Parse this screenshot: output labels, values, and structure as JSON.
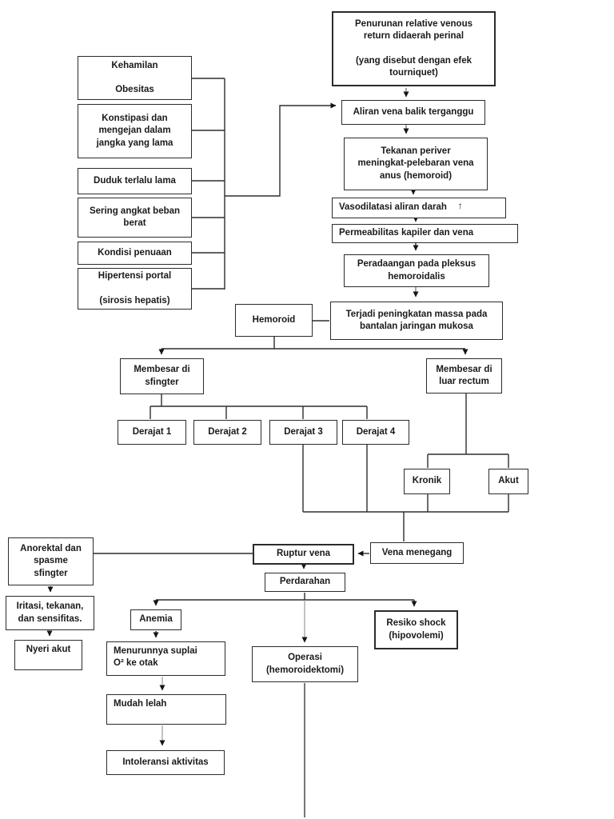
{
  "palette": {
    "background": "#ffffff",
    "box_border": "#2b2b2b",
    "text": "#1a1a1a",
    "line": "#2e2e2e",
    "faint_line": "#999999"
  },
  "icons": {
    "increase_arrow": "↑"
  },
  "nodes": {
    "penurunan": "Penurunan relative venous\nreturn didaerah perinal\n\n(yang disebut dengan efek\ntourniquet)",
    "kehamilan": "Kehamilan\n\nObesitas",
    "konstipasi": "Konstipasi dan\nmengejan dalam\njangka yang lama",
    "duduk": "Duduk terlalu lama",
    "sering": "Sering angkat beban\nberat",
    "kondisi": "Kondisi penuaan",
    "hipertensi": "Hipertensi portal\n\n(sirosis hepatis)",
    "aliran": "Aliran vena balik terganggu",
    "tekanan": "Tekanan periver\nmeningkat-pelebaran vena\nanus (hemoroid)",
    "vasodilatasi": "Vasodilatasi aliran darah",
    "permeabilitas": "Permeabilitas kapiler dan vena",
    "peradangan": "Peradaangan pada pleksus\nhemoroidalis",
    "terjadi": "Terjadi peningkatan massa pada\nbantalan jaringan mukosa",
    "hemoroid": "Hemoroid",
    "membesar_sfingter": "Membesar di\nsfingter",
    "membesar_rectum": "Membesar di\nluar rectum",
    "derajat1": "Derajat 1",
    "derajat2": "Derajat 2",
    "derajat3": "Derajat 3",
    "derajat4": "Derajat 4",
    "kronik": "Kronik",
    "akut": "Akut",
    "vena_menegang": "Vena menegang",
    "ruptur": "Ruptur vena",
    "perdarahan": "Perdarahan",
    "anorektal": "Anorektal dan\nspasme\nsfingter",
    "iritasi": "Iritasi, tekanan,\ndan sensifitas.",
    "nyeri": "Nyeri akut",
    "anemia": "Anemia",
    "menurunnya": "Menurunnya suplai\nO² ke otak",
    "mudah": "Mudah lelah",
    "intoleransi": "Intoleransi aktivitas",
    "resiko": "Resiko shock\n(hipovolemi)",
    "operasi": "Operasi\n(hemoroidektomi)"
  }
}
